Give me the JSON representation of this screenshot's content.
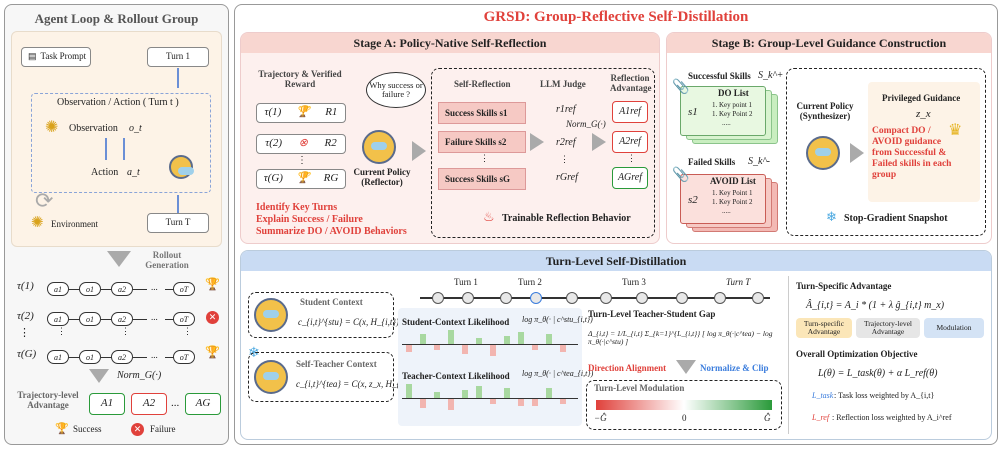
{
  "left": {
    "title": "Agent Loop & Rollout Group",
    "task_prompt": "Task Prompt",
    "turn1": "Turn 1",
    "obs_action_header": "Observation / Action ( Turn t )",
    "observation": "Observation",
    "obs_sym": "o_t",
    "action": "Action",
    "action_sym": "a_t",
    "environment": "Environment",
    "turn_t": "Turn T",
    "rollout": "Rollout Generation",
    "traj_labels": [
      "τ(1)",
      "τ(2)",
      "⋮",
      "τ(G)"
    ],
    "chain": [
      "a1",
      "o1",
      "a2",
      "...",
      "oT"
    ],
    "norm": "Norm_G(·)",
    "adv_label": "Trajectory-level Advantage",
    "adv": [
      "A1",
      "A2",
      "...",
      "AG"
    ],
    "success": "Success",
    "failure": "Failure"
  },
  "right": {
    "title": "GRSD: Group-Reflective Self-Distillation",
    "stageA": {
      "title": "Stage A: Policy-Native Self-Reflection",
      "traj_header": "Trajectory & Verified Reward",
      "rows": [
        {
          "t": "τ(1)",
          "r": "R1"
        },
        {
          "t": "τ(2)",
          "r": "R2"
        },
        {
          "t": "τ(G)",
          "r": "RG"
        }
      ],
      "thought": "Why success or failure ?",
      "policy": "Current Policy (Reflector)",
      "self_reflection": "Self-Reflection",
      "llm_judge": "LLM Judge",
      "refl_adv": "Reflection Advantage",
      "skills": [
        "Success Skills  s1",
        "Failure Skills  s2",
        "Success Skills  sG"
      ],
      "r_ref": [
        "r1ref",
        "r2ref",
        "⋮",
        "rGref"
      ],
      "norm": "Norm_G(·)",
      "a_ref": [
        "A1ref",
        "A2ref",
        "⋮",
        "AGref"
      ],
      "tasks": [
        "Identify Key Turns",
        "Explain Success / Failure",
        "Summarize DO / AVOID Behaviors"
      ],
      "trainable": "Trainable Reflection Behavior"
    },
    "stageB": {
      "title": "Stage B: Group-Level Guidance Construction",
      "succ_skills": "Successful Skills",
      "succ_sym": "S_k^+",
      "do_list": "DO List",
      "key_points": [
        "1. Key point 1",
        "1. Key Point 2",
        "....."
      ],
      "fail_skills": "Failed Skills",
      "fail_sym": "S_k^-",
      "avoid_list": "AVOID List",
      "avoid_points": [
        "1. Key Point 1",
        "1. Key Point 2",
        "....."
      ],
      "s1": "s1",
      "s2": "s2",
      "policy": "Current Policy (Synthesizer)",
      "privileged": "Privileged Guidance",
      "priv_sym": "z_x",
      "compact": "Compact DO / AVOID guidance from Successful & Failed skills in each group",
      "snapshot": "Stop-Gradient Snapshot"
    },
    "turn": {
      "title": "Turn-Level Self-Distillation",
      "turns": [
        "Turn 1",
        "Turn 2",
        "Turn 3",
        "Turn T"
      ],
      "student_ctx": "Student Context",
      "student_eq": "c_{i,t}^{stu} = C(x, H_{i,t})",
      "teacher_ctx": "Self-Teacher Context",
      "teacher_eq": "c_{i,t}^{tea} = C(x, z_x, H_{i,t})",
      "student_like": "Student-Context Likelihood",
      "student_like_eq": "log π_θ(· | c^stu_{i,t})",
      "teacher_like": "Teacher-Context Likelihood",
      "teacher_like_eq": "log π_θ(· | c^tea_{i,t})",
      "gap_title": "Turn-Level Teacher-Student Gap",
      "gap_eq": "Δ_{i,t} = 1/L_{i,t} Σ_{k=1}^{L_{i,t}} [ log π_θ(·|c^tea) − log π_θ(·|c^stu) ]",
      "direction": "Direction Alignment",
      "normclip": "Normalize & Clip",
      "modulation": "Turn-Level Modulation",
      "mod_ticks": [
        "−Ĝ",
        "0",
        "Ĝ"
      ],
      "tsa_title": "Turn-Specific Advantage",
      "tsa_eq": "Â_{i,t}  =  A_i  *  (1 + λ ĝ_{i,t} m_x)",
      "tags": [
        "Turn-specific Advantage",
        "Trajectory-level Advantage",
        "Modulation"
      ],
      "obj_title": "Overall Optimization Objective",
      "obj_eq": "L(θ) = L_task(θ) + α L_ref(θ)",
      "task_loss": ": Task loss weighted by A_{i,t}",
      "ref_loss": ": Reflection loss weighted by A_i^ref",
      "task_name": "L_task",
      "ref_name": "L_ref"
    }
  },
  "colors": {
    "red": "#e0413b",
    "blue": "#3b7ddd",
    "stageA_bg": "#fbe9e6",
    "turn_bg": "#e9f0fa"
  }
}
